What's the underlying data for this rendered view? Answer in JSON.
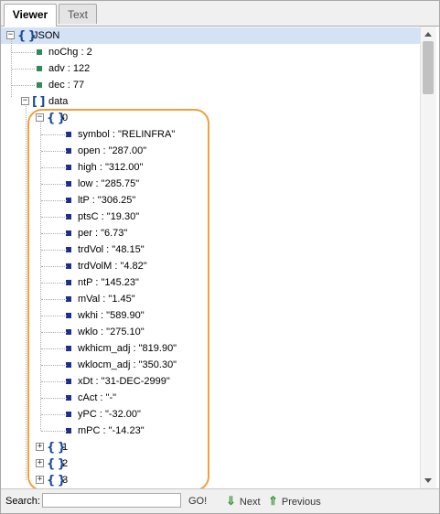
{
  "tabs": {
    "viewer": "Viewer",
    "text": "Text"
  },
  "tree": {
    "root": "JSON",
    "top_fields": [
      {
        "key": "noChg",
        "value": "2"
      },
      {
        "key": "adv",
        "value": "122"
      },
      {
        "key": "dec",
        "value": "77"
      }
    ],
    "data_label": "data",
    "item0_label": "0",
    "item0_fields": [
      {
        "key": "symbol",
        "value": "\"RELINFRA\""
      },
      {
        "key": "open",
        "value": "\"287.00\""
      },
      {
        "key": "high",
        "value": "\"312.00\""
      },
      {
        "key": "low",
        "value": "\"285.75\""
      },
      {
        "key": "ltP",
        "value": "\"306.25\""
      },
      {
        "key": "ptsC",
        "value": "\"19.30\""
      },
      {
        "key": "per",
        "value": "\"6.73\""
      },
      {
        "key": "trdVol",
        "value": "\"48.15\""
      },
      {
        "key": "trdVolM",
        "value": "\"4.82\""
      },
      {
        "key": "ntP",
        "value": "\"145.23\""
      },
      {
        "key": "mVal",
        "value": "\"1.45\""
      },
      {
        "key": "wkhi",
        "value": "\"589.90\""
      },
      {
        "key": "wklo",
        "value": "\"275.10\""
      },
      {
        "key": "wkhicm_adj",
        "value": "\"819.90\""
      },
      {
        "key": "wklocm_adj",
        "value": "\"350.30\""
      },
      {
        "key": "xDt",
        "value": "\"31-DEC-2999\""
      },
      {
        "key": "cAct",
        "value": "\"-\""
      },
      {
        "key": "yPC",
        "value": "\"-32.00\""
      },
      {
        "key": "mPC",
        "value": "\"-14.23\""
      }
    ],
    "collapsed_items": [
      "1",
      "2",
      "3"
    ]
  },
  "search": {
    "label": "Search:",
    "value": "",
    "go": "GO!",
    "next": "Next",
    "previous": "Previous"
  },
  "colors": {
    "selection": "#d4e2f6",
    "highlight_border": "#f0a03c",
    "object_icon": "#1a4d99",
    "top_leaf": "#2e8b57",
    "item_leaf": "#1c2f8f"
  }
}
